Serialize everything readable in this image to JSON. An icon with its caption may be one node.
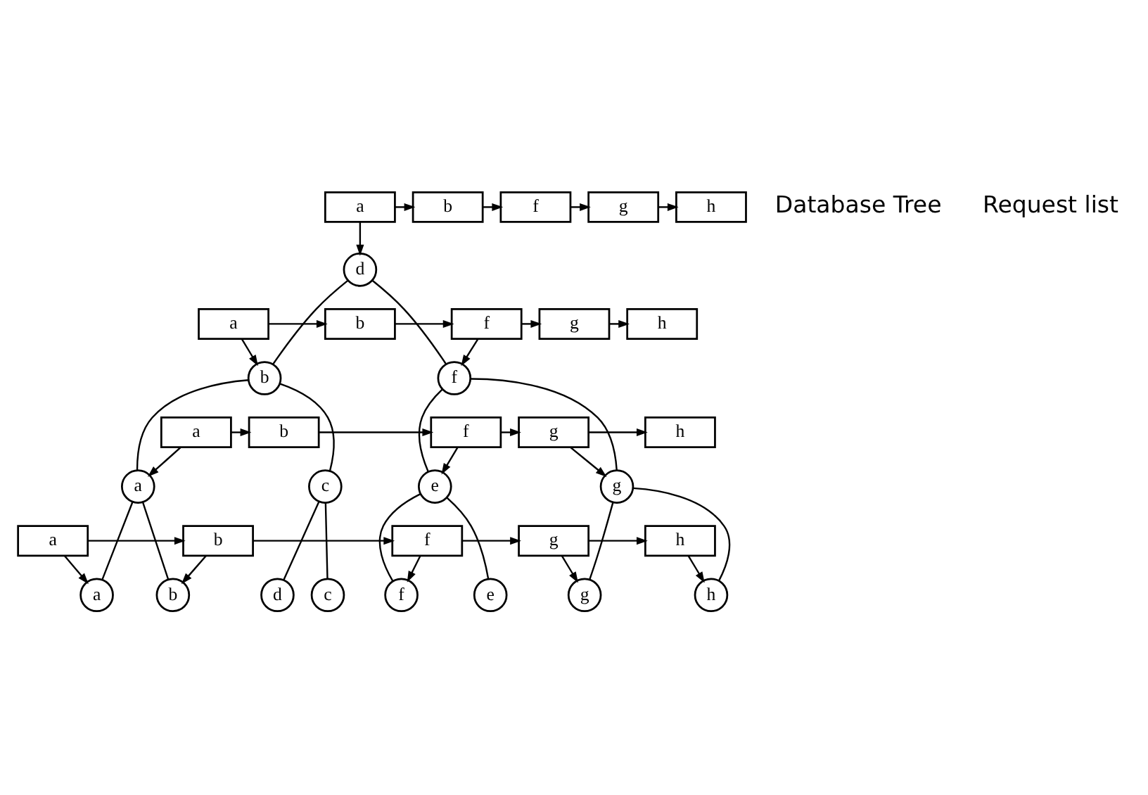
{
  "diagram": {
    "nodes": [
      {
        "text": [
          "d"
        ]
      },
      {
        "text": [
          "b"
        ]
      },
      {
        "text": [
          "f"
        ]
      },
      {
        "text": [
          "a"
        ]
      },
      {
        "text": [
          "c"
        ]
      },
      {
        "text": [
          "e"
        ]
      },
      {
        "text": [
          "g"
        ]
      },
      {
        "text": [
          "a"
        ]
      },
      {
        "text": [
          "b"
        ]
      },
      {
        "text": [
          "c"
        ]
      },
      {
        "text": [
          "d"
        ]
      },
      {
        "text": [
          "e"
        ]
      },
      {
        "text": [
          "f"
        ]
      },
      {
        "text": [
          "g"
        ]
      },
      {
        "text": [
          "h"
        ]
      },
      {
        "text": [
          "a"
        ]
      },
      {
        "text": [
          "b"
        ]
      },
      {
        "text": [
          "f"
        ]
      },
      {
        "text": [
          "g"
        ]
      },
      {
        "text": [
          "h"
        ]
      },
      {
        "text": [
          "a"
        ]
      },
      {
        "text": [
          "b"
        ]
      },
      {
        "text": [
          "f"
        ]
      },
      {
        "text": [
          "g"
        ]
      },
      {
        "text": [
          "h"
        ]
      },
      {
        "text": [
          "a"
        ]
      },
      {
        "text": [
          "b"
        ]
      },
      {
        "text": [
          "f"
        ]
      },
      {
        "text": [
          "g"
        ]
      },
      {
        "text": [
          "h"
        ]
      },
      {
        "text": [
          "a"
        ]
      },
      {
        "text": [
          "b"
        ]
      },
      {
        "text": [
          "f"
        ]
      },
      {
        "text": [
          "g"
        ]
      },
      {
        "text": [
          "h"
        ]
      }
    ],
    "edges": [
      {
        "from": 0,
        "to": 1,
        "arrow": "none"
      },
      {
        "from": 0,
        "to": 2,
        "arrow": "none"
      },
      {
        "from": 1,
        "to": 3,
        "arrow": "none"
      },
      {
        "from": 1,
        "to": 4,
        "arrow": "none"
      },
      {
        "from": 2,
        "to": 5,
        "arrow": "none"
      },
      {
        "from": 2,
        "to": 6,
        "arrow": "none"
      },
      {
        "from": 3,
        "to": 7,
        "arrow": "none"
      },
      {
        "from": 3,
        "to": 8,
        "arrow": "none"
      },
      {
        "from": 4,
        "to": 9,
        "arrow": "none"
      },
      {
        "from": 4,
        "to": 10,
        "arrow": "none"
      },
      {
        "from": 5,
        "to": 11,
        "arrow": "none"
      },
      {
        "from": 5,
        "to": 12,
        "arrow": "none"
      },
      {
        "from": 6,
        "to": 13,
        "arrow": "none"
      },
      {
        "from": 6,
        "to": 14,
        "arrow": "none"
      },
      {
        "from": 15,
        "to": 16,
        "arrow": "to"
      },
      {
        "from": 16,
        "to": 17,
        "arrow": "to"
      },
      {
        "from": 17,
        "to": 18,
        "arrow": "to"
      },
      {
        "from": 18,
        "to": 19,
        "arrow": "to"
      },
      {
        "from": 20,
        "to": 21,
        "arrow": "to"
      },
      {
        "from": 21,
        "to": 22,
        "arrow": "to"
      },
      {
        "from": 22,
        "to": 23,
        "arrow": "to"
      },
      {
        "from": 23,
        "to": 24,
        "arrow": "to"
      },
      {
        "from": 25,
        "to": 26,
        "arrow": "to"
      },
      {
        "from": 26,
        "to": 27,
        "arrow": "to"
      },
      {
        "from": 27,
        "to": 28,
        "arrow": "to"
      },
      {
        "from": 28,
        "to": 29,
        "arrow": "to"
      },
      {
        "from": 30,
        "to": 31,
        "arrow": "to"
      },
      {
        "from": 31,
        "to": 32,
        "arrow": "to"
      },
      {
        "from": 32,
        "to": 33,
        "arrow": "to"
      },
      {
        "from": 33,
        "to": 34,
        "arrow": "to"
      },
      {
        "from": 15,
        "to": 0,
        "arrow": "to"
      },
      {
        "from": 20,
        "to": 1,
        "arrow": "to"
      },
      {
        "from": 22,
        "to": 2,
        "arrow": "to"
      },
      {
        "from": 25,
        "to": 3,
        "arrow": "to"
      },
      {
        "from": 27,
        "to": 5,
        "arrow": "to"
      },
      {
        "from": 28,
        "to": 6,
        "arrow": "to"
      },
      {
        "from": 30,
        "to": 7,
        "arrow": "to"
      },
      {
        "from": 31,
        "to": 8,
        "arrow": "to"
      },
      {
        "from": 32,
        "to": 12,
        "arrow": "to"
      },
      {
        "from": 33,
        "to": 13,
        "arrow": "to"
      },
      {
        "from": 34,
        "to": 14,
        "arrow": "to"
      }
    ],
    "labels": [
      "Database Tree",
      "Request list"
    ]
  }
}
